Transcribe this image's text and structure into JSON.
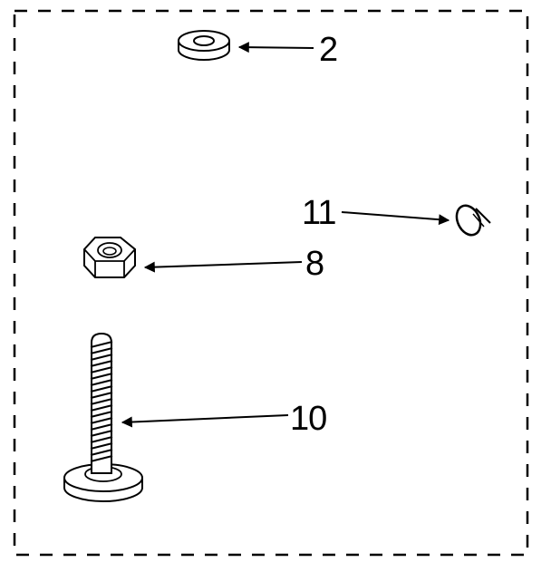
{
  "diagram": {
    "callouts": [
      {
        "id": "washer",
        "label": "2"
      },
      {
        "id": "clip",
        "label": "11"
      },
      {
        "id": "nut",
        "label": "8"
      },
      {
        "id": "bolt",
        "label": "10"
      }
    ]
  }
}
